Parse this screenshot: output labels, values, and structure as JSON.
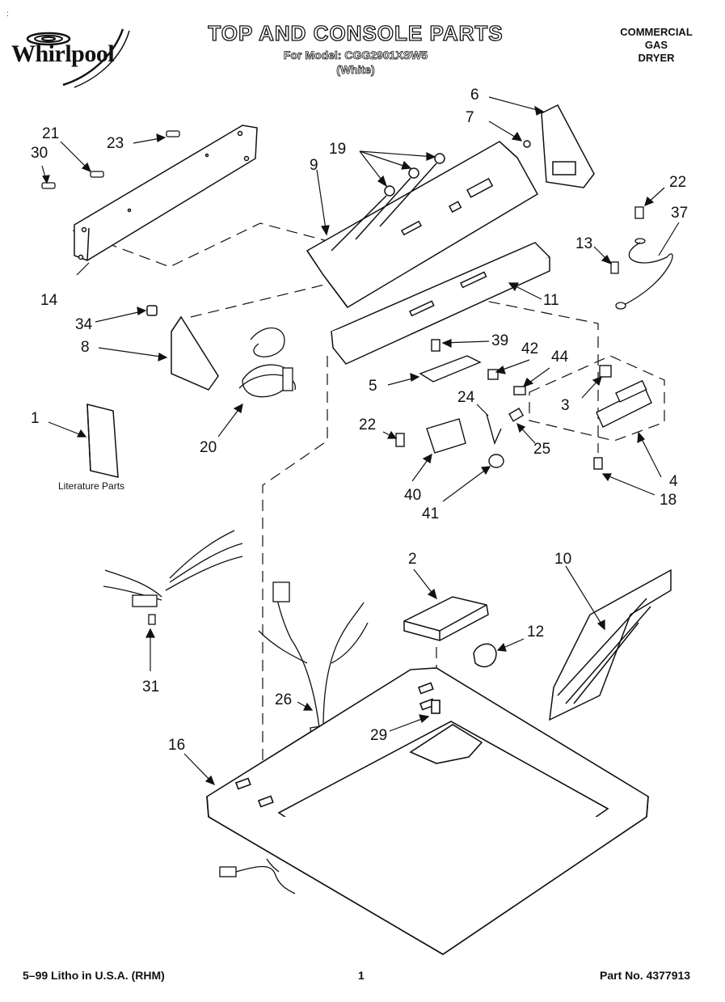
{
  "header": {
    "brand": "Whirlpool",
    "title": "TOP AND CONSOLE PARTS",
    "model_line": "For Model: CGG2901XSW5",
    "variant": "(White)",
    "category": [
      "COMMERCIAL",
      "GAS",
      "DRYER"
    ]
  },
  "callouts": [
    {
      "id": "c6",
      "label": "6"
    },
    {
      "id": "c7",
      "label": "7"
    },
    {
      "id": "c21",
      "label": "21"
    },
    {
      "id": "c23",
      "label": "23"
    },
    {
      "id": "c30",
      "label": "30"
    },
    {
      "id": "c19",
      "label": "19"
    },
    {
      "id": "c9",
      "label": "9"
    },
    {
      "id": "c22a",
      "label": "22"
    },
    {
      "id": "c37",
      "label": "37"
    },
    {
      "id": "c13",
      "label": "13"
    },
    {
      "id": "c14",
      "label": "14"
    },
    {
      "id": "c11",
      "label": "11"
    },
    {
      "id": "c34",
      "label": "34"
    },
    {
      "id": "c8",
      "label": "8"
    },
    {
      "id": "c39",
      "label": "39"
    },
    {
      "id": "c42",
      "label": "42"
    },
    {
      "id": "c44",
      "label": "44"
    },
    {
      "id": "c5",
      "label": "5"
    },
    {
      "id": "c3",
      "label": "3"
    },
    {
      "id": "c1",
      "label": "1"
    },
    {
      "id": "c24",
      "label": "24"
    },
    {
      "id": "c22b",
      "label": "22"
    },
    {
      "id": "c25",
      "label": "25"
    },
    {
      "id": "c20",
      "label": "20"
    },
    {
      "id": "c4",
      "label": "4"
    },
    {
      "id": "c40",
      "label": "40"
    },
    {
      "id": "c18",
      "label": "18"
    },
    {
      "id": "c41",
      "label": "41"
    },
    {
      "id": "c2",
      "label": "2"
    },
    {
      "id": "c10",
      "label": "10"
    },
    {
      "id": "c12",
      "label": "12"
    },
    {
      "id": "c31",
      "label": "31"
    },
    {
      "id": "c26",
      "label": "26"
    },
    {
      "id": "c29",
      "label": "29"
    },
    {
      "id": "c16",
      "label": "16"
    }
  ],
  "literature_label": "Literature Parts",
  "footer": {
    "left": "5–99 Litho in U.S.A. (RHM)",
    "page": "1",
    "right": "Part No. 4377913"
  },
  "corner_mark": ":"
}
